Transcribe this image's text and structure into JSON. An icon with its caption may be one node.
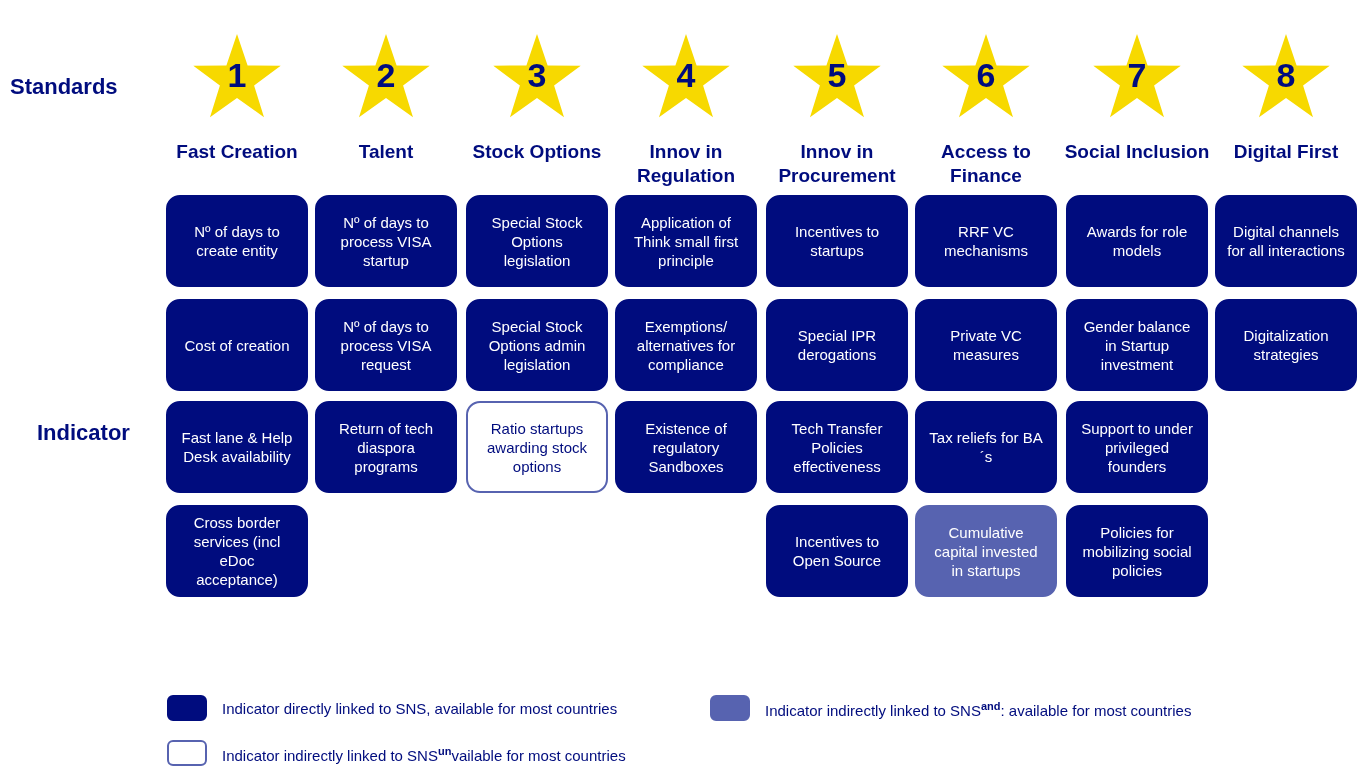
{
  "diagram": {
    "nodes": [
      {
        "text": [
          "1"
        ]
      },
      {
        "text": [
          "2"
        ]
      },
      {
        "text": [
          "3"
        ]
      },
      {
        "text": [
          "4"
        ]
      },
      {
        "text": [
          "5"
        ]
      },
      {
        "text": [
          "6"
        ]
      },
      {
        "text": [
          "7"
        ]
      },
      {
        "text": [
          "8"
        ]
      },
      {
        "text": [
          "Nº of days to create entity"
        ]
      },
      {
        "text": [
          "Nº of days to process VISA startup"
        ]
      },
      {
        "text": [
          "Special Stock Options legislation"
        ]
      },
      {
        "text": [
          "Application of Think small first principle"
        ]
      },
      {
        "text": [
          "Incentives to startups"
        ]
      },
      {
        "text": [
          "RRF VC mechanisms"
        ]
      },
      {
        "text": [
          "Awards for role models"
        ]
      },
      {
        "text": [
          "Digital channels for all interactions"
        ]
      },
      {
        "text": [
          "Cost of creation"
        ]
      },
      {
        "text": [
          "Nº of days to process VISA request"
        ]
      },
      {
        "text": [
          "Special Stock Options admin legislation"
        ]
      },
      {
        "text": [
          "Exemptions/ alternatives for compliance"
        ]
      },
      {
        "text": [
          "Special IPR derogations"
        ]
      },
      {
        "text": [
          "Private VC measures"
        ]
      },
      {
        "text": [
          "Gender balance in Startup investment"
        ]
      },
      {
        "text": [
          "Digitalization strategies"
        ]
      },
      {
        "text": [
          "Fast lane & Help Desk availability"
        ]
      },
      {
        "text": [
          "Return of tech diaspora programs"
        ]
      },
      {
        "text": [
          "Ratio startups awarding stock options"
        ]
      },
      {
        "text": [
          "Existence of regulatory Sandboxes"
        ]
      },
      {
        "text": [
          "Tech Transfer Policies effectiveness"
        ]
      },
      {
        "text": [
          "Tax reliefs for BA´s"
        ]
      },
      {
        "text": [
          "Support to under privileged founders"
        ]
      },
      {
        "text": [
          "Cross border services (incl eDoc acceptance)"
        ]
      },
      {
        "text": [
          "Incentives to Open Source"
        ]
      },
      {
        "text": [
          "Cumulative capital invested in startups"
        ]
      },
      {
        "text": [
          "Policies for mobilizing social policies"
        ]
      }
    ],
    "labels": [
      "Standards",
      "Fast Creation",
      "Talent",
      "Stock Options",
      "Innov in Regulation",
      "Innov in Procurement",
      "Access to Finance",
      "Social Inclusion",
      "Digital First",
      "Indicator"
    ],
    "legend": [
      {
        "text": "Indicator directly linked to SNS, available for most countries",
        "color": "#000c7e"
      },
      {
        "text": "Indicator indirectly linked to SNS$^{and}$: available for most countries",
        "color": "#5763b0"
      },
      {
        "text": "Indicator indirectly linked to SNS$^{un}$vailable for most countries"
      }
    ]
  }
}
